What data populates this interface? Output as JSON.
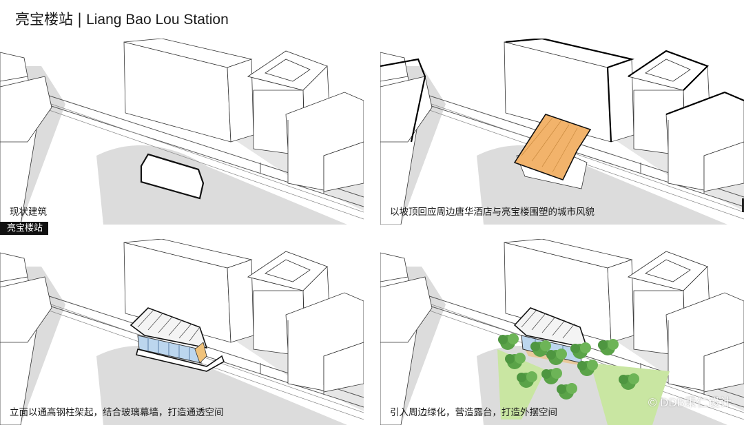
{
  "title": {
    "cn": "亮宝楼站",
    "separator": "|",
    "en": "Liang Bao Lou Station"
  },
  "tag": "亮宝楼站",
  "panels": [
    {
      "caption": "现状建筑"
    },
    {
      "caption": "以坡顶回应周边唐华酒店与亮宝楼围塑的城市风貌"
    },
    {
      "caption": "立面以通高钢柱架起，结合玻璃幕墙，打造通透空间"
    },
    {
      "caption": "引入周边绿化，营造露台，打造外摆空间"
    }
  ],
  "watermark": "© DDB秉仁设计",
  "colors": {
    "ground": "#dcdcdc",
    "roof": "#f2b36b",
    "green": "#c9e6a2",
    "tree": "#5aa348",
    "line": "#222222"
  }
}
